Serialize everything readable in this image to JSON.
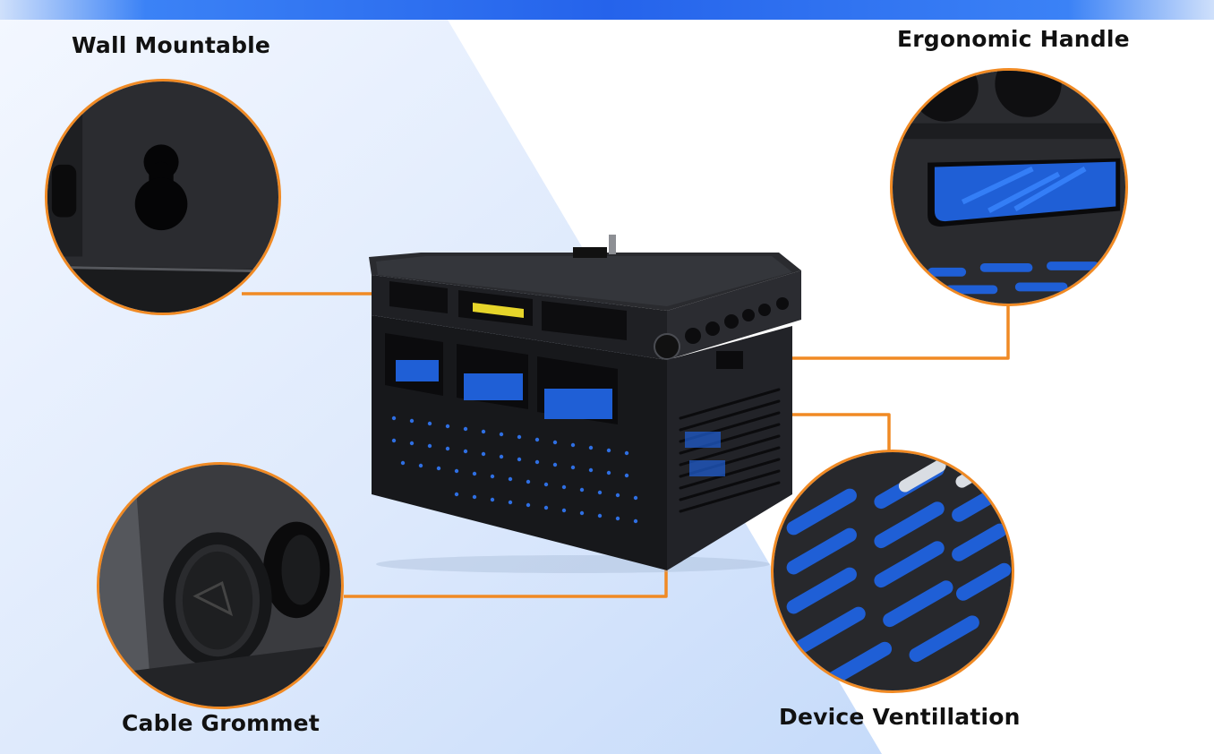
{
  "features": {
    "wall_mountable": "Wall Mountable",
    "ergonomic_handle": "Ergonomic Handle",
    "cable_grommet": "Cable Grommet",
    "device_ventilation": "Device Ventillation"
  },
  "colors": {
    "accent_orange": "#f08a24",
    "brand_blue": "#2563eb",
    "cabinet_black": "#1c1d20",
    "device_blue": "#1f5fd6"
  },
  "icons": {
    "keyhole": "keyhole-icon",
    "grommet": "grommet-icon"
  }
}
